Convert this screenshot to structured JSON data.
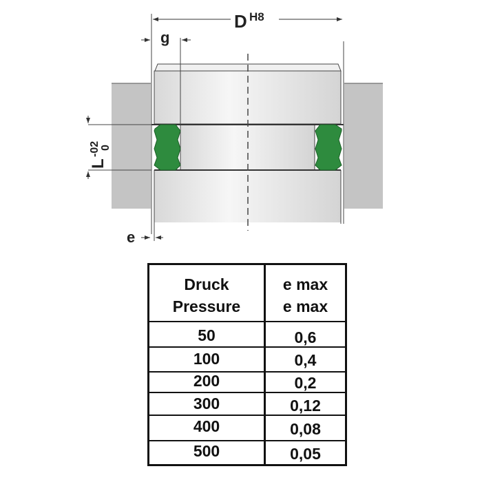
{
  "diagram": {
    "dim_D": "D",
    "dim_D_tolerance": "H8",
    "dim_g": "g",
    "dim_L": "L",
    "dim_L_tol_upper": "-02",
    "dim_L_tol_lower": "0",
    "dim_e": "e",
    "colors": {
      "seal": "#2e8b3e",
      "housing": "#c4c4c4",
      "piston": "#e8e8e8"
    }
  },
  "table": {
    "headers": [
      [
        "Druck",
        "Pressure"
      ],
      [
        "e max",
        "e max"
      ]
    ],
    "rows": [
      [
        "50",
        "0,6"
      ],
      [
        "100",
        "0,4"
      ],
      [
        "200",
        "0,2"
      ],
      [
        "300",
        "0,12"
      ],
      [
        "400",
        "0,08"
      ],
      [
        "500",
        "0,05"
      ]
    ]
  }
}
